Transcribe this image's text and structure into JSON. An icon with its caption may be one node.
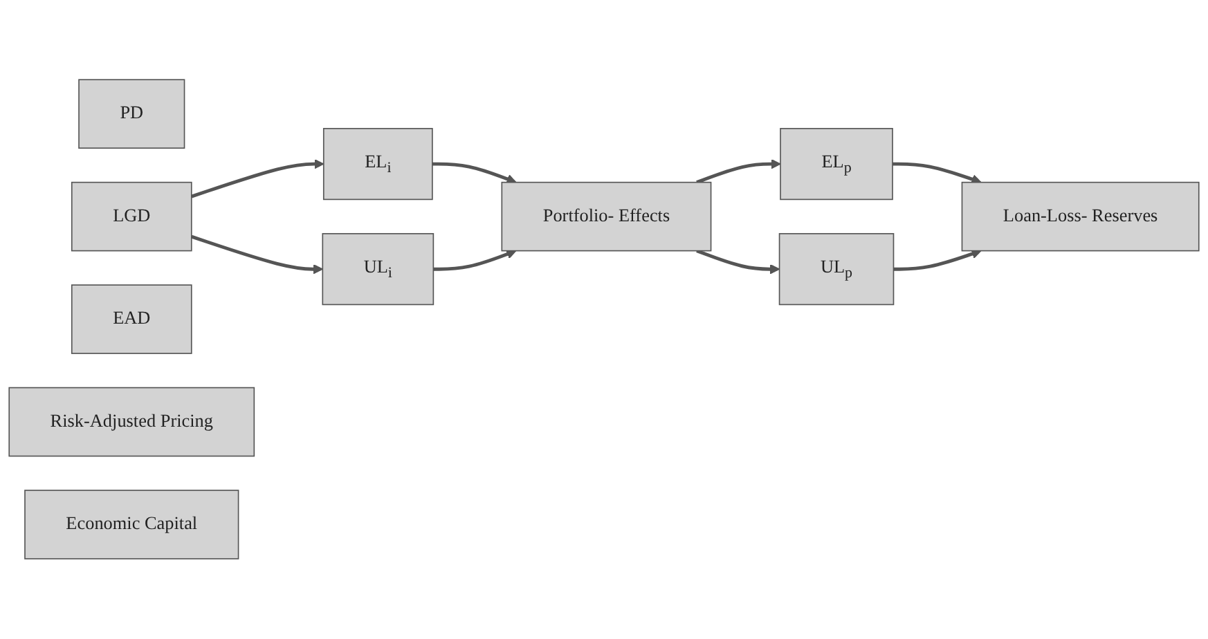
{
  "diagram": {
    "nodes": [
      {
        "text": [
          "PD"
        ]
      },
      {
        "text": [
          "LGD"
        ]
      },
      {
        "text": [
          "EAD"
        ]
      },
      {
        "text": [
          "EL$_{i}$"
        ]
      },
      {
        "text": [
          "UL$_{i}$"
        ]
      },
      {
        "text": [
          "Portfolio- Effects"
        ]
      },
      {
        "text": [
          "EL$_{p}$"
        ]
      },
      {
        "text": [
          "UL$_{p}$"
        ]
      },
      {
        "text": [
          "Risk-Adjusted Pricing"
        ]
      },
      {
        "text": [
          "Loan-Loss- Reserves"
        ]
      },
      {
        "text": [
          "Economic Capital"
        ]
      }
    ],
    "edges": [
      {
        "from": 1,
        "to": 3,
        "arrow": "to"
      },
      {
        "from": 1,
        "to": 4,
        "arrow": "to"
      },
      {
        "from": 3,
        "to": 5,
        "arrow": "to"
      },
      {
        "from": 4,
        "to": 5,
        "arrow": "to"
      },
      {
        "from": 5,
        "to": 6,
        "arrow": "to"
      },
      {
        "from": 5,
        "to": 7,
        "arrow": "to"
      },
      {
        "from": 6,
        "to": 9,
        "arrow": "to"
      },
      {
        "from": 7,
        "to": 9,
        "arrow": "to"
      }
    ]
  }
}
